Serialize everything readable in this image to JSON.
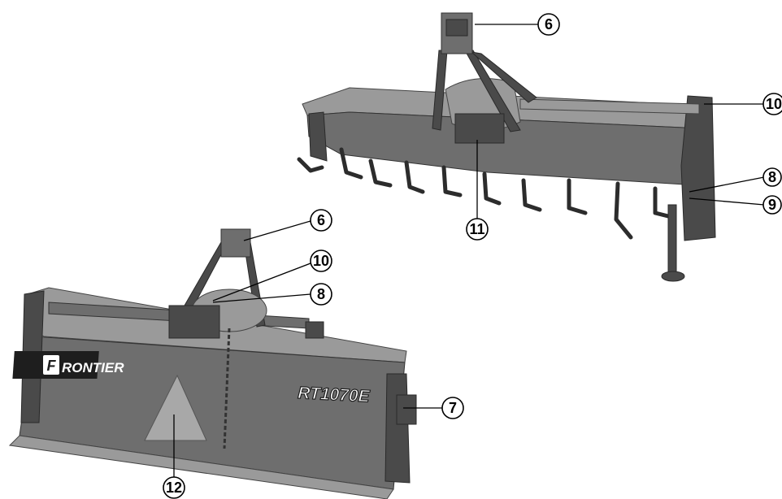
{
  "callouts": [
    {
      "id": "rear-6",
      "label": "6"
    },
    {
      "id": "rear-10",
      "label": "10"
    },
    {
      "id": "rear-8",
      "label": "8"
    },
    {
      "id": "rear-9",
      "label": "9"
    },
    {
      "id": "rear-11",
      "label": "11"
    },
    {
      "id": "front-6",
      "label": "6"
    },
    {
      "id": "front-10",
      "label": "10"
    },
    {
      "id": "front-8",
      "label": "8"
    },
    {
      "id": "front-7",
      "label": "7"
    },
    {
      "id": "front-12",
      "label": "12"
    }
  ],
  "front_tiller": {
    "brand_initial": "F",
    "brand_rest": "RONTIER",
    "model": "RT1070E"
  },
  "colors": {
    "body": "#6e6e6e",
    "body_dark": "#4a4a4a",
    "body_light": "#9a9a9a",
    "warning_triangle": "#a8a8a8",
    "callout_fill": "#ffffff",
    "callout_stroke": "#000000"
  }
}
